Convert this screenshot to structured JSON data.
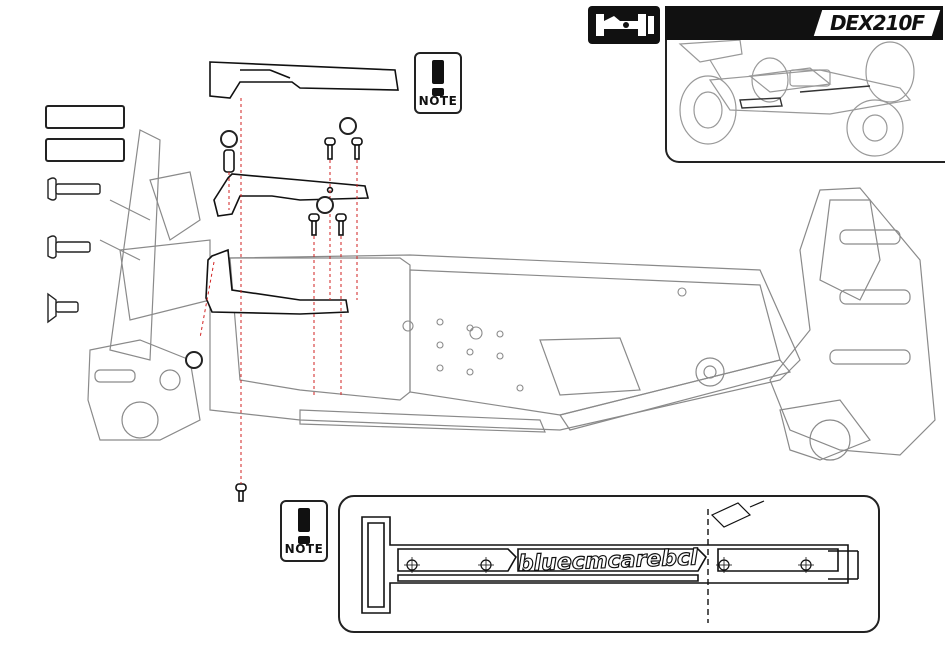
{
  "header": {
    "section_icon": "chassis-icon",
    "product_name": "DEX210F"
  },
  "notes": [
    {
      "label": "NOTE",
      "icon": "exclamation-icon"
    },
    {
      "label": "NOTE",
      "icon": "exclamation-icon"
    }
  ],
  "hardware": {
    "quantity_labels": [
      "",
      ""
    ],
    "parts": [
      "button-head-screw-icon",
      "button-head-screw-icon",
      "flat-head-screw-icon"
    ]
  },
  "callouts": [
    "",
    "",
    "",
    ""
  ],
  "mark_label": "bluecmcarebcl",
  "colors": {
    "ink": "#111111",
    "line": "#888888",
    "guide": "#d22222"
  }
}
